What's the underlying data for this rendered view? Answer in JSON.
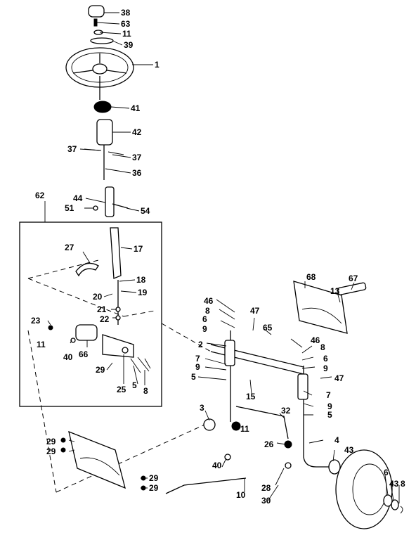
{
  "labels": {
    "l38": "38",
    "l63": "63",
    "l11a": "11",
    "l39": "39",
    "l1": "1",
    "l41": "41",
    "l42": "42",
    "l37a": "37",
    "l37b": "37",
    "l36": "36",
    "l62": "62",
    "l44": "44",
    "l51": "51",
    "l54": "54",
    "l27": "27",
    "l17": "17",
    "l18": "18",
    "l20": "20",
    "l19": "19",
    "l21": "21",
    "l22": "22",
    "l23": "23",
    "l11b": "11",
    "l40a": "40",
    "l66": "66",
    "l29a": "29",
    "l25": "25",
    "l5a": "5",
    "l8a": "8",
    "l68": "68",
    "l67": "67",
    "l13": "13",
    "l46a": "46",
    "l8b": "8",
    "l6a": "6",
    "l9a": "9",
    "l47a": "47",
    "l65": "65",
    "l2": "2",
    "l7a": "7",
    "l9b": "9",
    "l5b": "5",
    "l15": "15",
    "l46b": "46",
    "l8c": "8",
    "l6b": "6",
    "l9c": "9",
    "l47b": "47",
    "l7b": "7",
    "l9d": "9",
    "l5c": "5",
    "l3": "3",
    "l11c": "11",
    "l32": "32",
    "l26": "26",
    "l4": "4",
    "l43a": "43",
    "l40b": "40",
    "l29b": "29",
    "l29c": "29",
    "l29d": "29",
    "l29e": "29",
    "l28": "28",
    "l30": "30",
    "l10": "10",
    "l6c": "6",
    "l43b": "43",
    "l8d": "8"
  }
}
